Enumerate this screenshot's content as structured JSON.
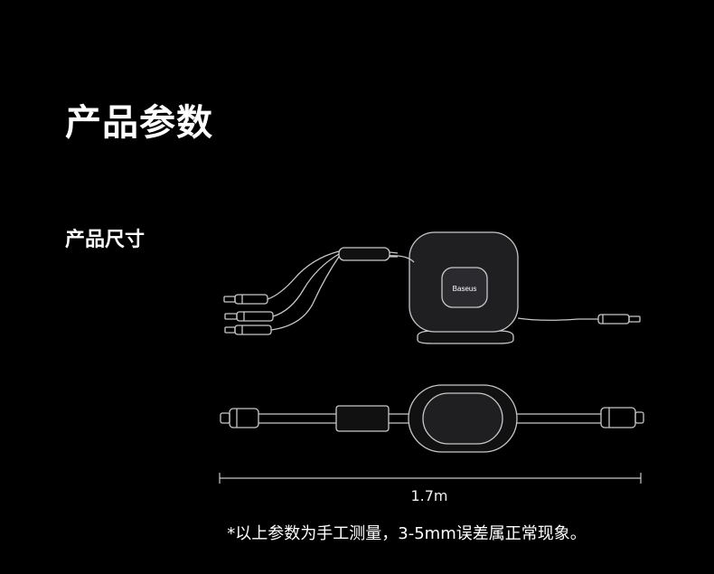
{
  "page_title": "产品参数",
  "section_title": "产品尺寸",
  "product": {
    "logo_text": "Baseus"
  },
  "dimension": {
    "length_label": "1.7m"
  },
  "note": "*以上参数为手工测量，3-5mm误差属正常现象。",
  "colors": {
    "background": "#000000",
    "text": "#ffffff",
    "line": "#c8c8c8",
    "device_body": "#1f1f22"
  }
}
